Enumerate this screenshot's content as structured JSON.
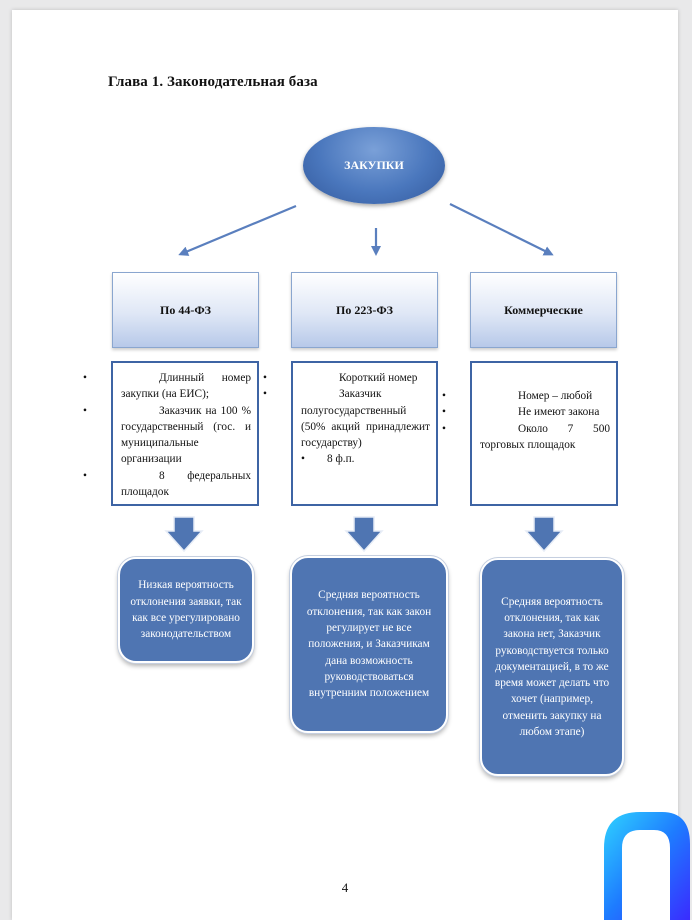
{
  "document": {
    "chapter_title": "Глава 1. Законодательная база",
    "page_number": "4"
  },
  "diagram": {
    "root": "ЗАКУПКИ",
    "columns": [
      {
        "category": "По 44-ФЗ",
        "details": [
          "Длинный номер закупки (на ЕИС);",
          "Заказчик на 100 % государственный (гос. и муниципальные организации",
          "8 федеральных площадок"
        ],
        "outcome": "Низкая вероятность отклонения заявки, так как все урегулировано законодательством"
      },
      {
        "category": "По 223-ФЗ",
        "details": [
          "Короткий номер",
          "Заказчик полугосударственный (50% акций принадлежит государству)",
          "8 ф.п."
        ],
        "outcome": "Средняя вероятность отклонения, так как закон регулирует не все положения, и Заказчикам дана возможность руководствоваться внутренним положением"
      },
      {
        "category": "Коммерческие",
        "details": [
          "Номер – любой",
          "Не имеют закона",
          "Около 7 500 торговых площадок"
        ],
        "outcome": "Средняя вероятность отклонения, так как закона нет, Заказчик руководствуется только документацией, в то же время может делать что хочет (например, отменить закупку на любом этапе)"
      }
    ]
  },
  "colors": {
    "accent": "#4f75b2",
    "box_border": "#3e64a4",
    "arrow": "#5a7fbe"
  }
}
